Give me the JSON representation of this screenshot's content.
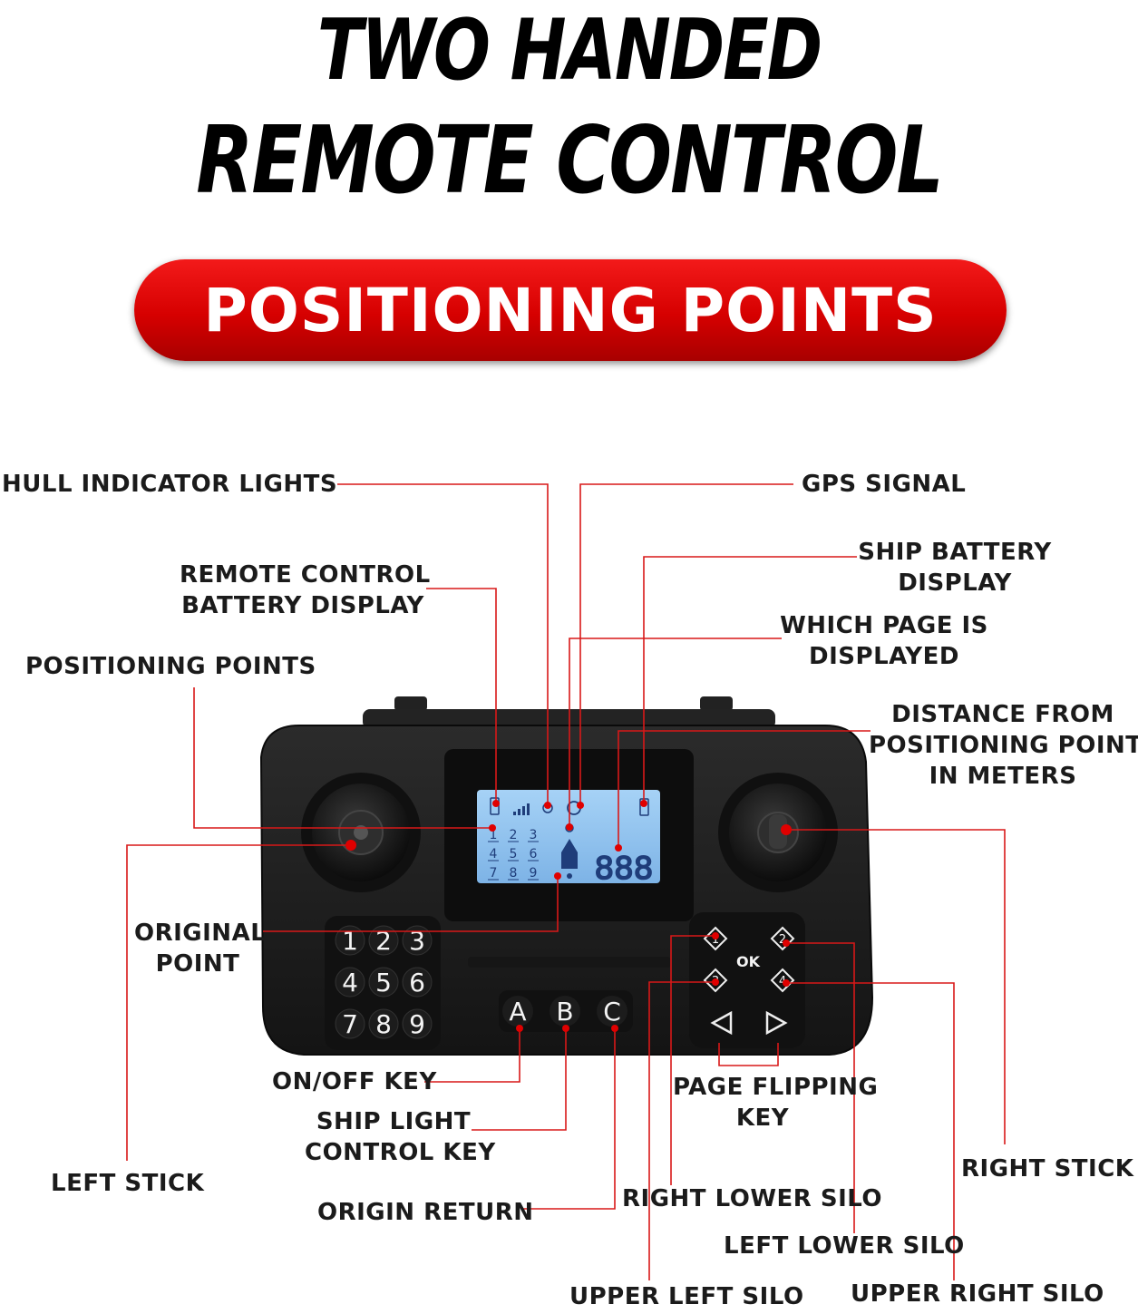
{
  "title": {
    "line1": "TWO HANDED",
    "line2": "REMOTE CONTROL"
  },
  "banner": {
    "label": "POSITIONING POINTS"
  },
  "callouts": {
    "hull_indicator_lights": "HULL INDICATOR LIGHTS",
    "gps_signal": "GPS SIGNAL",
    "remote_battery_line1": "REMOTE CONTROL",
    "remote_battery_line2": "BATTERY DISPLAY",
    "ship_battery_line1": "SHIP BATTERY",
    "ship_battery_line2": "DISPLAY",
    "page_displayed_line1": "WHICH PAGE IS",
    "page_displayed_line2": "DISPLAYED",
    "positioning_points": "POSITIONING POINTS",
    "distance_line1": "DISTANCE FROM",
    "distance_line2": "POSITIONING POINT",
    "distance_line3": "IN METERS",
    "original_point_line1": "ORIGINAL",
    "original_point_line2": "POINT",
    "on_off_key": "ON/OFF KEY",
    "ship_light_line1": "SHIP LIGHT",
    "ship_light_line2": "CONTROL KEY",
    "page_flipping_line1": "PAGE FLIPPING",
    "page_flipping_line2": "KEY",
    "left_stick": "LEFT STICK",
    "right_stick": "RIGHT STICK",
    "origin_return": "ORIGIN RETURN",
    "right_lower_silo": "RIGHT LOWER SILO",
    "left_lower_silo": "LEFT LOWER SILO",
    "upper_left_silo": "UPPER LEFT SILO",
    "upper_right_silo": "UPPER RIGHT SILO"
  },
  "device": {
    "lcd_numbers": [
      "1",
      "2",
      "3",
      "4",
      "5",
      "6",
      "7",
      "8",
      "9"
    ],
    "lcd_distance": "888",
    "keypad": [
      "1",
      "2",
      "3",
      "4",
      "5",
      "6",
      "7",
      "8",
      "9"
    ],
    "abc_keys": [
      "A",
      "B",
      "C"
    ],
    "silo_keys": [
      "1",
      "2",
      "3",
      "4"
    ],
    "ok_label": "OK"
  },
  "colors": {
    "accent_red": "#e00000",
    "leader_line": "#d81818",
    "device_body": "#1c1c1c",
    "lcd_background": "#8fc2ee"
  }
}
